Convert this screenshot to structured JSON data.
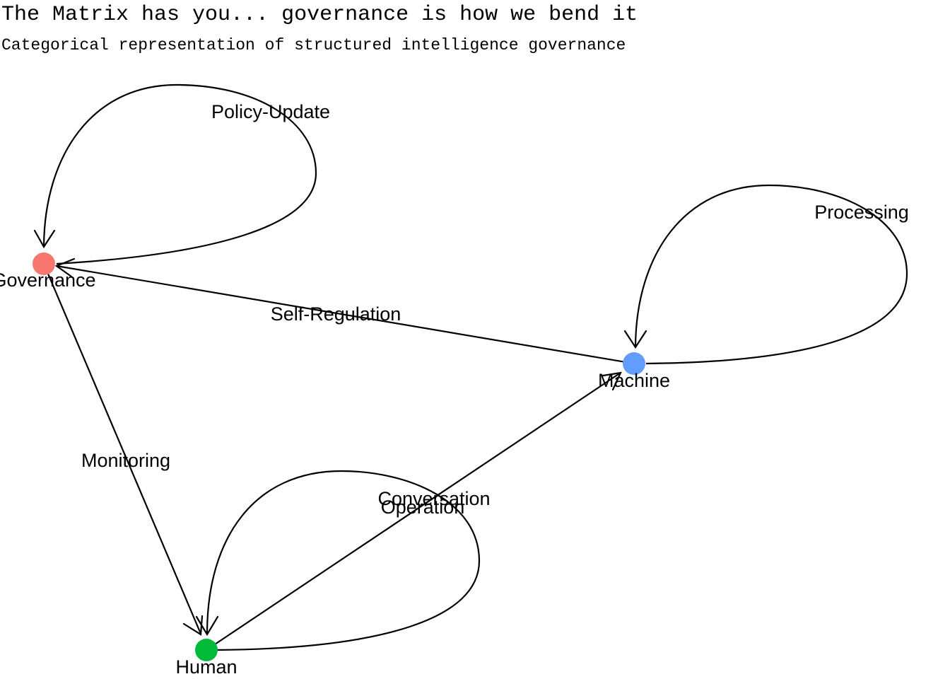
{
  "header": {
    "title": "The Matrix has you... governance is how we bend it",
    "subtitle": "Categorical representation of structured intelligence governance"
  },
  "graph": {
    "nodes": [
      {
        "id": "governance",
        "label": "Governance",
        "color": "#F8766D"
      },
      {
        "id": "machine",
        "label": "Machine",
        "color": "#619CFF"
      },
      {
        "id": "human",
        "label": "Human",
        "color": "#00BA38"
      }
    ],
    "edges": [
      {
        "id": "policy-update",
        "from": "governance",
        "to": "governance",
        "label": "Policy-Update"
      },
      {
        "id": "processing",
        "from": "machine",
        "to": "machine",
        "label": "Processing"
      },
      {
        "id": "self-regulation",
        "from": "machine",
        "to": "governance",
        "label": "Self-Regulation"
      },
      {
        "id": "monitoring",
        "from": "governance",
        "to": "human",
        "label": "Monitoring"
      },
      {
        "id": "operation",
        "from": "human",
        "to": "machine",
        "label": "Operation"
      },
      {
        "id": "conversation",
        "from": "human",
        "to": "human",
        "label": "Conversation"
      }
    ]
  }
}
